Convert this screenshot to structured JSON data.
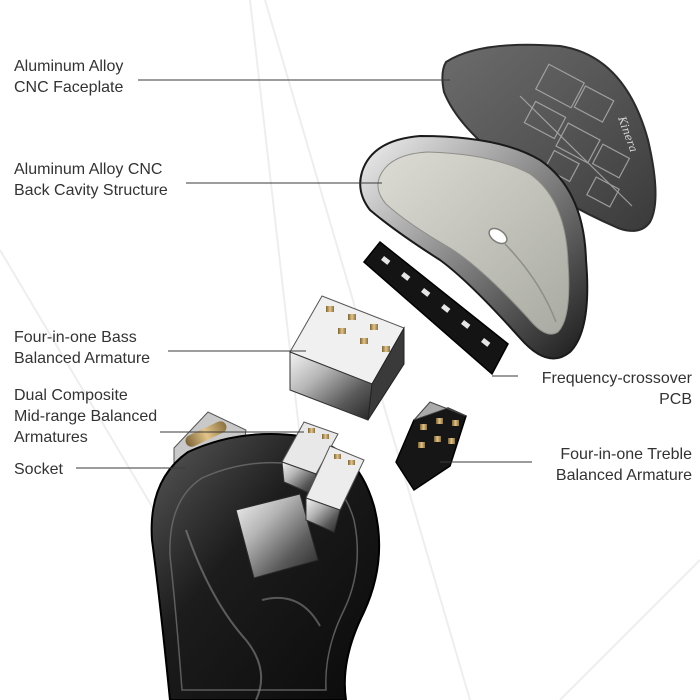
{
  "labels": {
    "faceplate": "Aluminum Alloy\nCNC Faceplate",
    "back_cavity": "Aluminum Alloy CNC\nBack Cavity Structure",
    "bass_armature": "Four-in-one Bass\nBalanced Armature",
    "mid_armatures": "Dual Composite\nMid-range Balanced\nArmatures",
    "socket": "Socket",
    "crossover_pcb": "Frequency-crossover\nPCB",
    "treble_armature": "Four-in-one Treble\nBalanced Armature"
  },
  "faceplate_brand_script": "Kinera"
}
